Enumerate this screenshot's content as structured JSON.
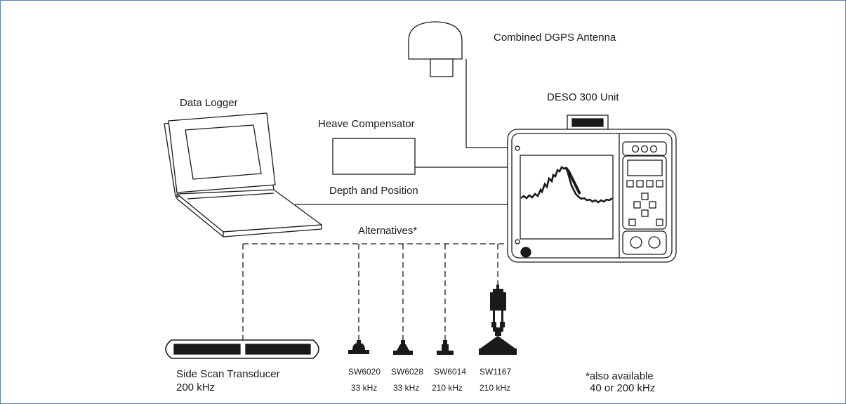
{
  "labels": {
    "antenna": "Combined DGPS Antenna",
    "deso": "DESO 300 Unit",
    "logger": "Data Logger",
    "heave": "Heave Compensator",
    "depth": "Depth and Position",
    "alternatives": "Alternatives*",
    "sidescan_line1": "Side Scan Transducer",
    "sidescan_line2": "200 kHz",
    "note_line1": "*also available",
    "note_line2": "40 or 200 kHz"
  },
  "transducers": [
    {
      "model": "SW6020",
      "freq": "33 kHz"
    },
    {
      "model": "SW6028",
      "freq": "33 kHz"
    },
    {
      "model": "SW6014",
      "freq": "210 kHz"
    },
    {
      "model": "SW1167",
      "freq": "210 kHz"
    }
  ],
  "colors": {
    "line": "#1a1a1a",
    "frame": "#5b7fb0",
    "background": "#ffffff"
  }
}
